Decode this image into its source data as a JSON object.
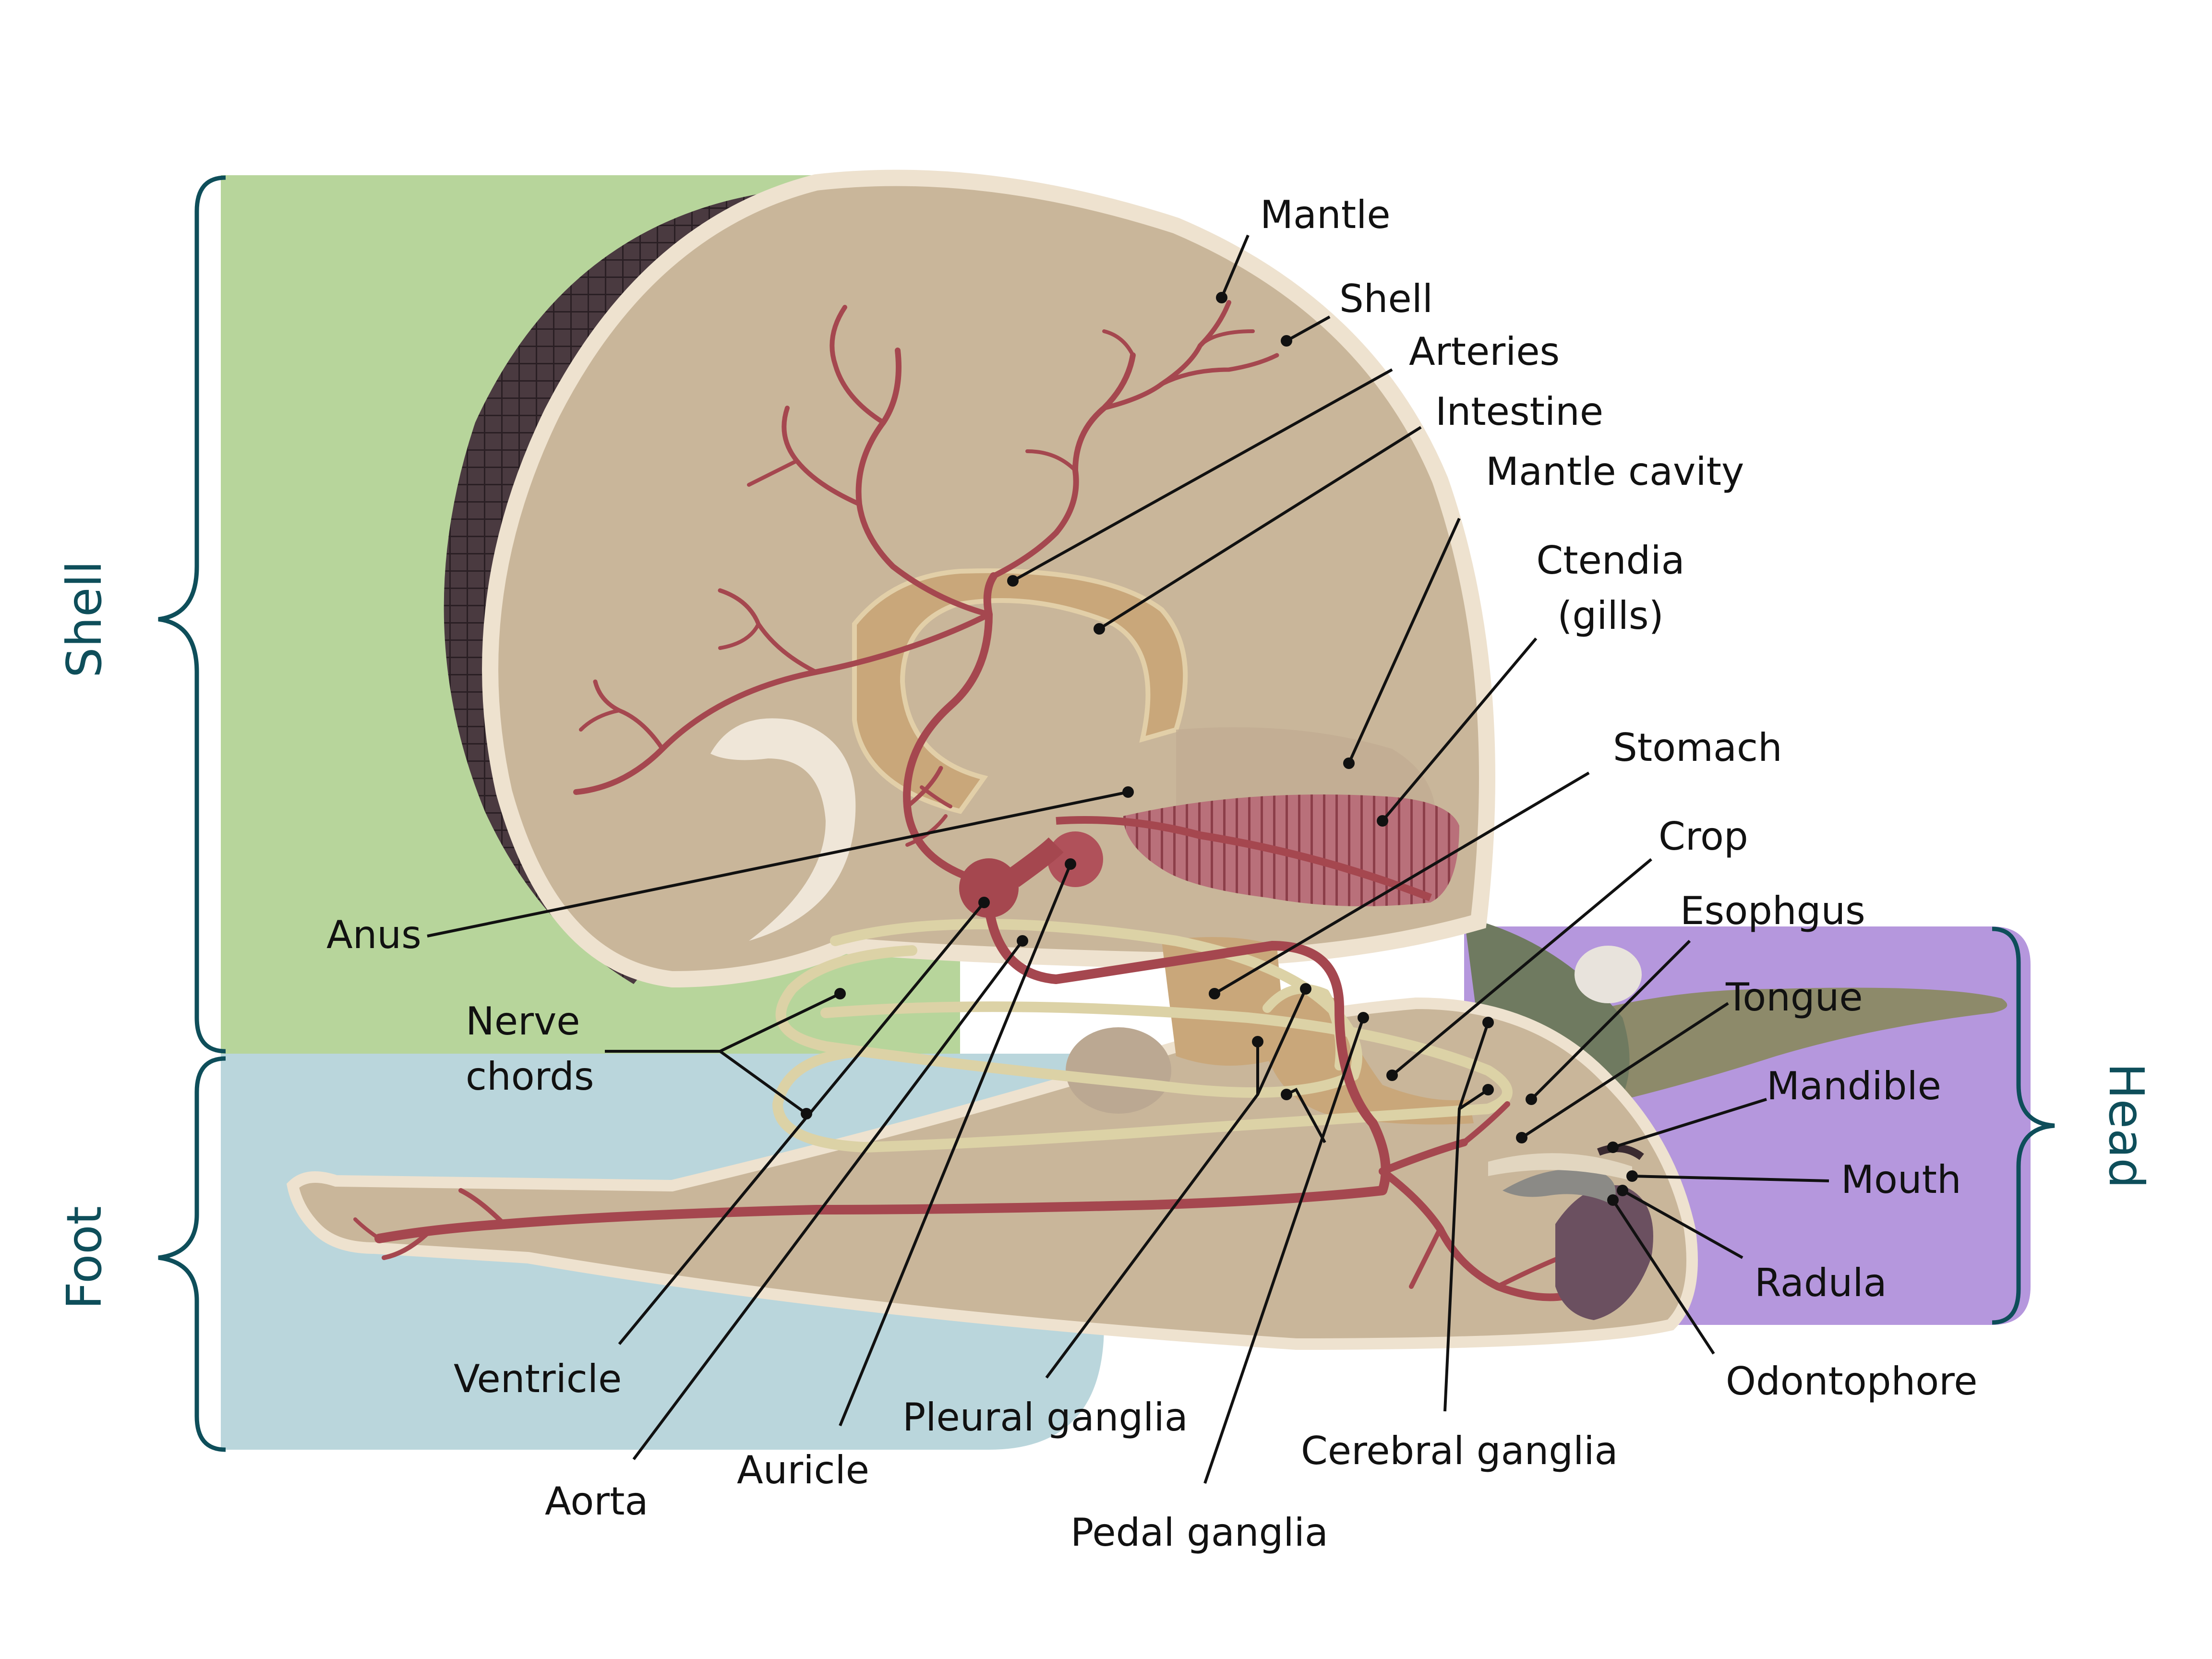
{
  "regions": {
    "shell": "Shell",
    "foot": "Foot",
    "head": "Head"
  },
  "labels": {
    "mantle": "Mantle",
    "shell": "Shell",
    "arteries": "Arteries",
    "intestine": "Intestine",
    "mantle_cavity": "Mantle cavity",
    "ctenidia_line1": "Ctendia",
    "ctenidia_line2": "(gills)",
    "stomach": "Stomach",
    "crop": "Crop",
    "esophagus": "Esophgus",
    "tongue": "Tongue",
    "mandible": "Mandible",
    "mouth": "Mouth",
    "radula": "Radula",
    "odontophore": "Odontophore",
    "cerebral_ganglia": "Cerebral ganglia",
    "pedal_ganglia": "Pedal ganglia",
    "pleural_ganglia": "Pleural ganglia",
    "auricle": "Auricle",
    "aorta": "Aorta",
    "ventricle": "Ventricle",
    "nerve_chords_line1": "Nerve",
    "nerve_chords_line2": "chords",
    "anus": "Anus"
  },
  "colors": {
    "shell_region": "#b7d59b",
    "foot_region": "#bad6dc",
    "head_region": "#b597dd",
    "body": "#c9b69a",
    "shell_rim": "#eee2cf",
    "vessel": "#a5474f",
    "nerve": "#dcd2a6",
    "organ": "#c9a77a",
    "region_text": "#0e4e5a"
  }
}
